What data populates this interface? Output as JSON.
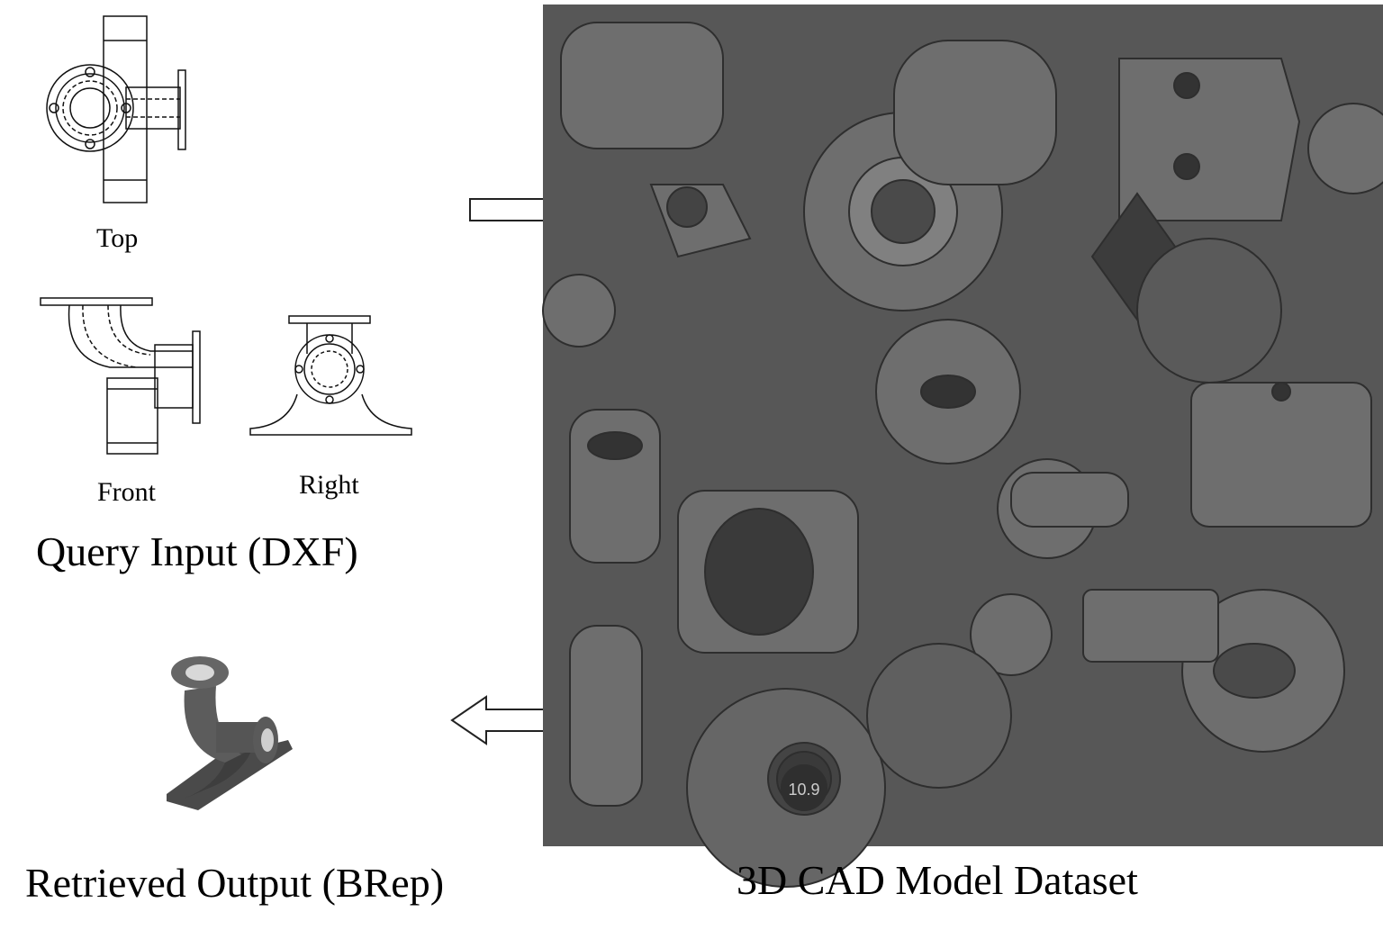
{
  "views": {
    "top": "Top",
    "front": "Front",
    "right": "Right"
  },
  "query_title": "Query Input (DXF)",
  "output_title": "Retrieved Output (BRep)",
  "dataset_title": "3D CAD Model Dataset",
  "dataset_part_marking": "10.9",
  "colors": {
    "dataset_bg": "#555555",
    "part_light": "#8a8a8a",
    "part_dark": "#3a3a3a",
    "line": "#111111"
  }
}
